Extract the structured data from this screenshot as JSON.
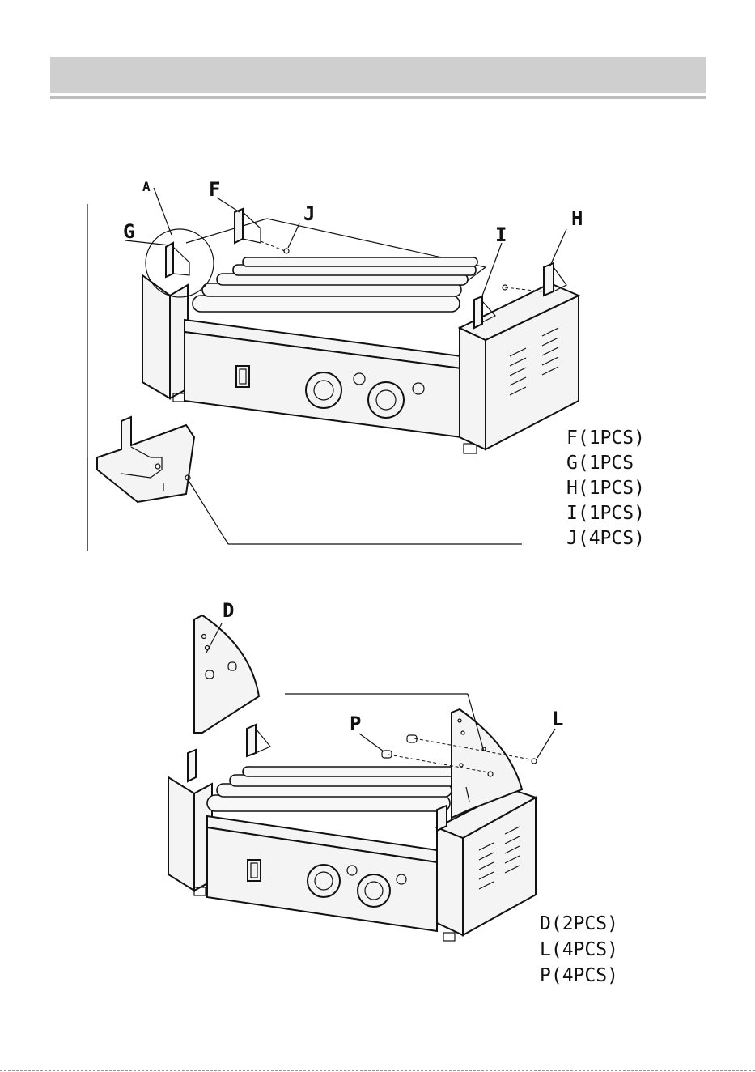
{
  "labels": {
    "A": "A",
    "F": "F",
    "G": "G",
    "J": "J",
    "I": "I",
    "H": "H",
    "D": "D",
    "P": "P",
    "L": "L"
  },
  "legend_top": [
    "F(1PCS)",
    "G(1PCS",
    "H(1PCS)",
    "I(1PCS)",
    "J(4PCS)"
  ],
  "legend_bottom": [
    "D(2PCS)",
    "L(4PCS)",
    "P(4PCS)"
  ]
}
